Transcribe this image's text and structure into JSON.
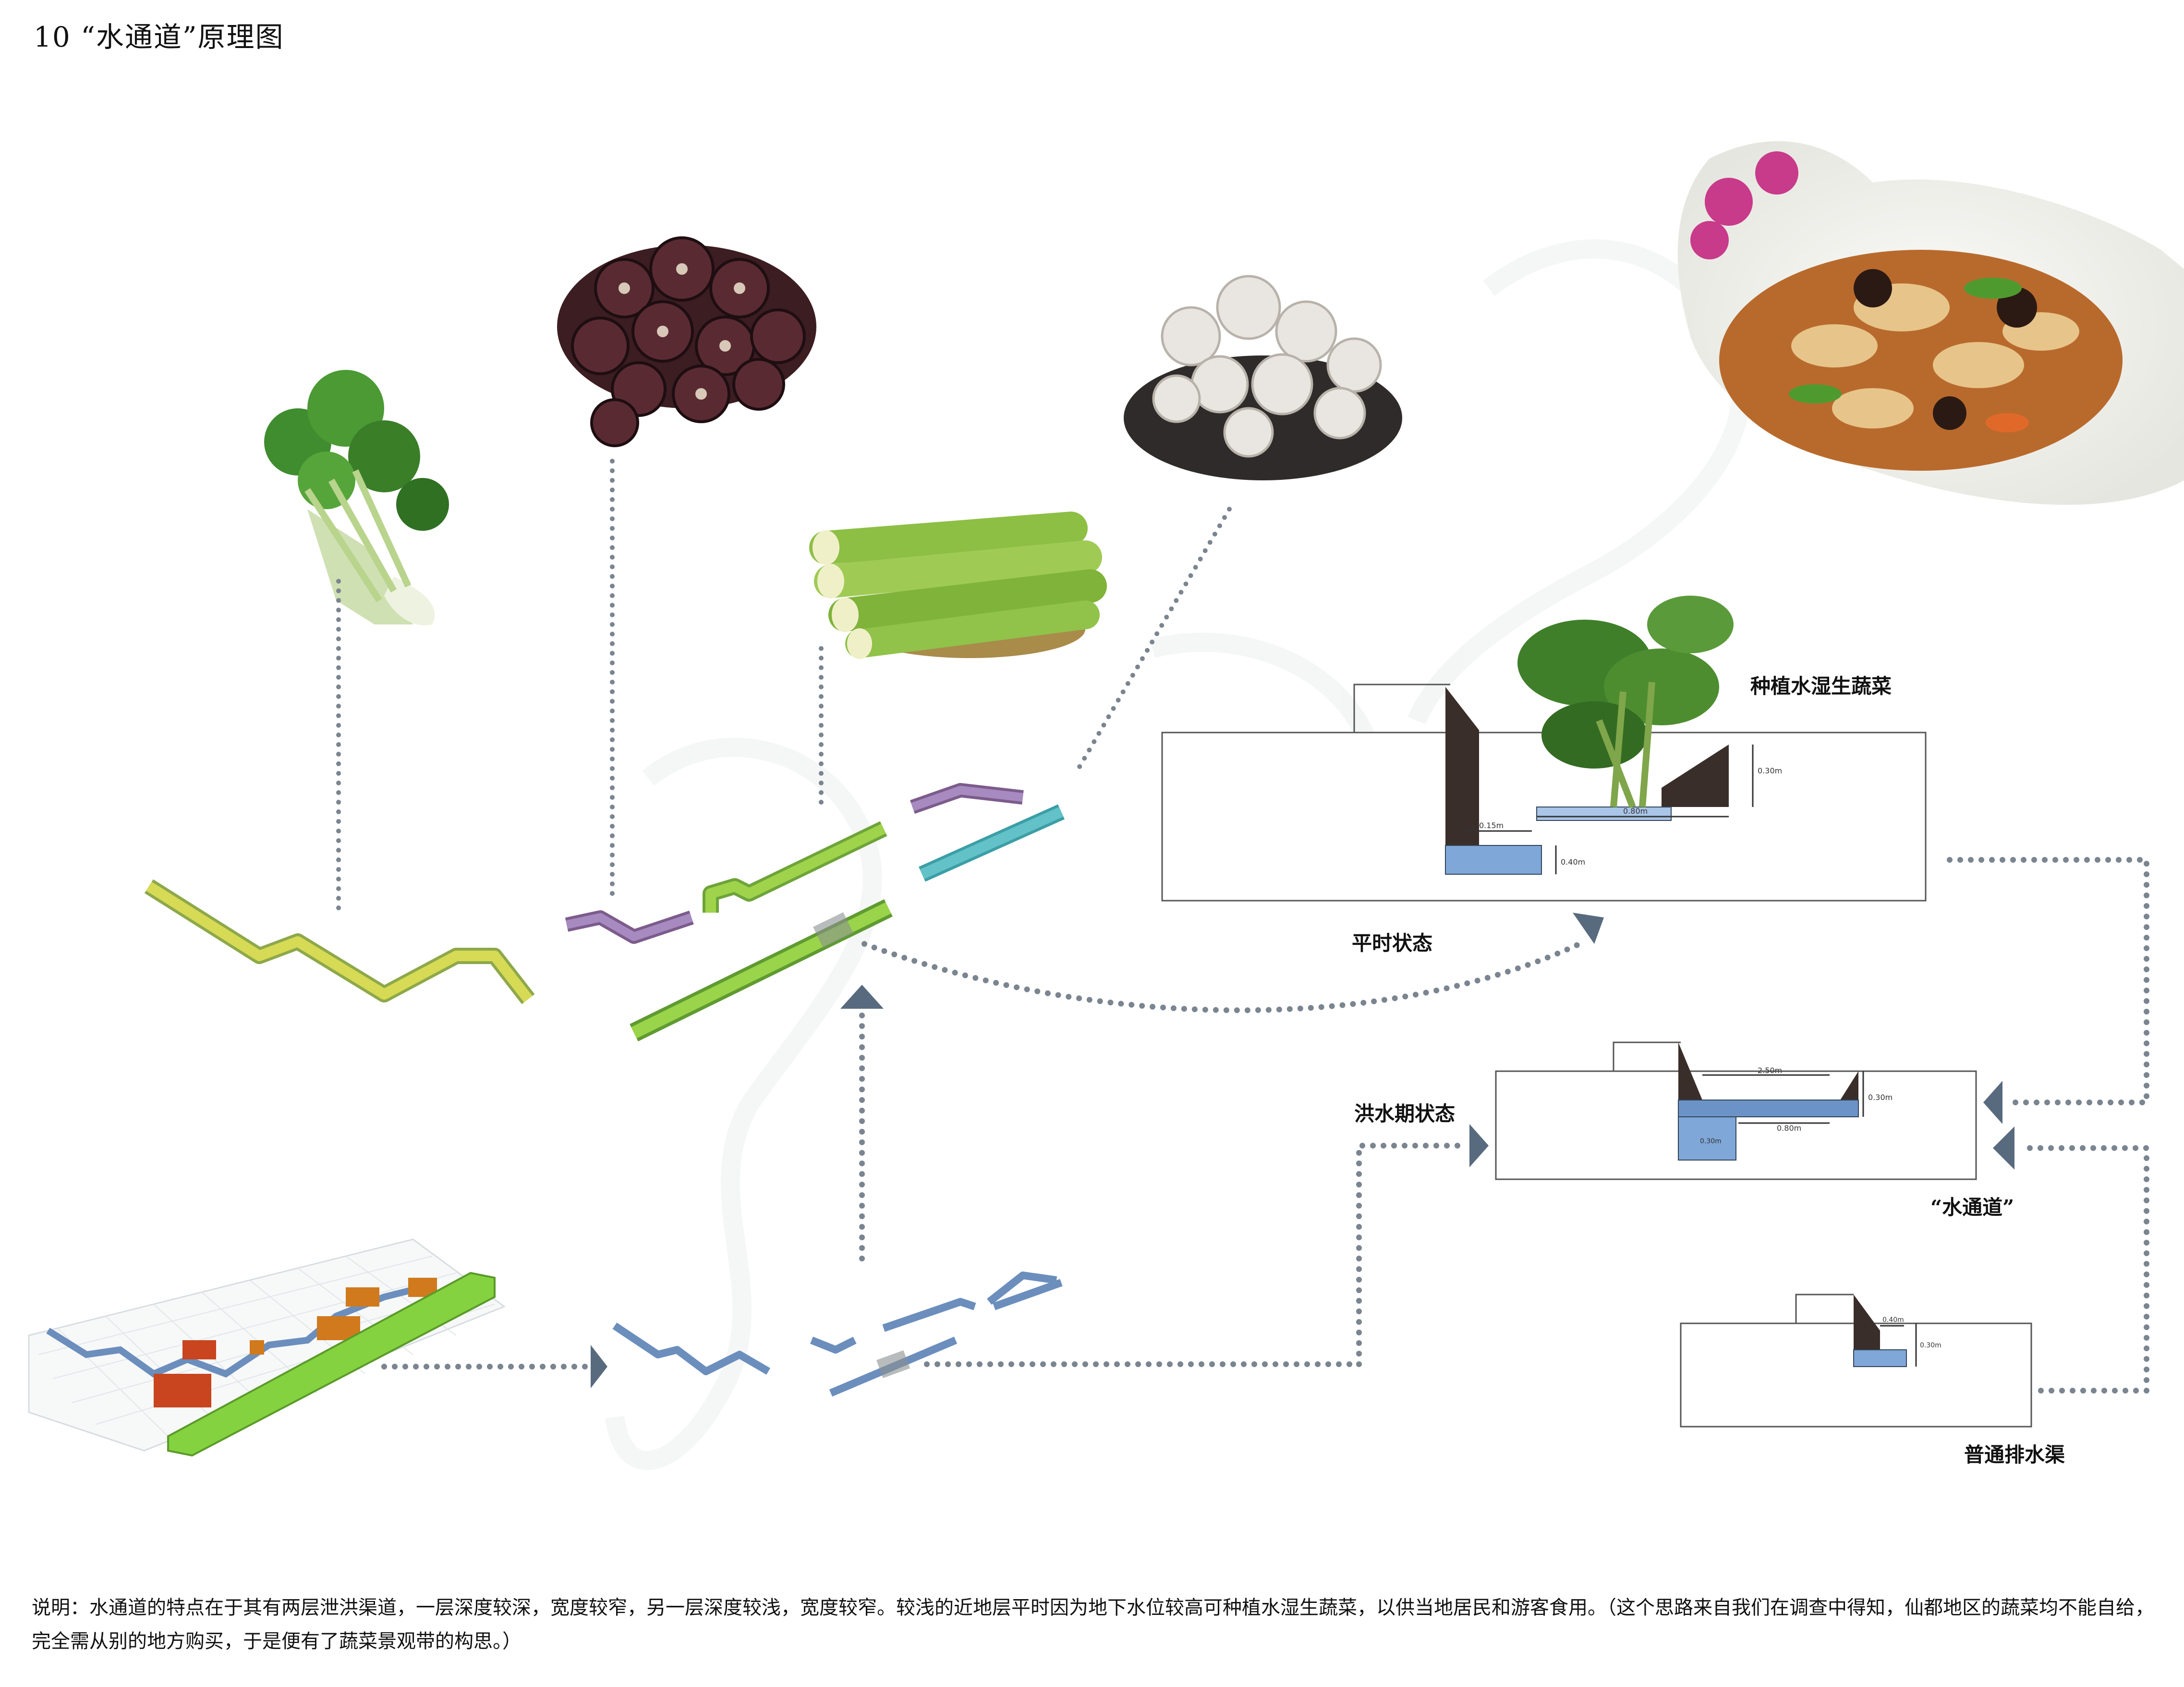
{
  "title": "10 “水通道”原理图",
  "labels": {
    "plant_wet": "种植水湿生蔬菜",
    "normal_state": "平时状态",
    "flood_state": "洪水期状态",
    "water_channel": "“水通道”",
    "ordinary_ditch": "普通排水渠"
  },
  "dimensions": {
    "normal_030": "0.30m",
    "normal_080": "0.80m",
    "normal_150": "0.15m",
    "normal_040": "0.40m",
    "flood_250": "2.50m",
    "flood_030": "0.30m",
    "flood_080": "0.80m",
    "flood_130": "0.30m",
    "ditch_040": "0.40m",
    "ditch_030": "0.30m"
  },
  "caption": "说明：水通道的特点在于其有两层泄洪渠道，一层深度较深，宽度较窄，另一层深度较浅，宽度较窄。较浅的近地层平时因为地下水位较高可种植水湿生蔬菜，以供当地居民和游客食用。（这个思路来自我们在调查中得知，仙都地区的蔬菜均不能自给，完全需从别的地方购买，于是便有了蔬菜景观带的构思。）",
  "colors": {
    "channel_green": "#8fce3c",
    "channel_yellow": "#c9d24a",
    "channel_purple": "#9a6fb0",
    "channel_teal": "#4fb0b5",
    "channel_blue": "#6a8fc0",
    "arrow": "#586a7e",
    "dots": "#7a8590",
    "wall": "#3a2e2a",
    "water": "#7fa7d8"
  }
}
